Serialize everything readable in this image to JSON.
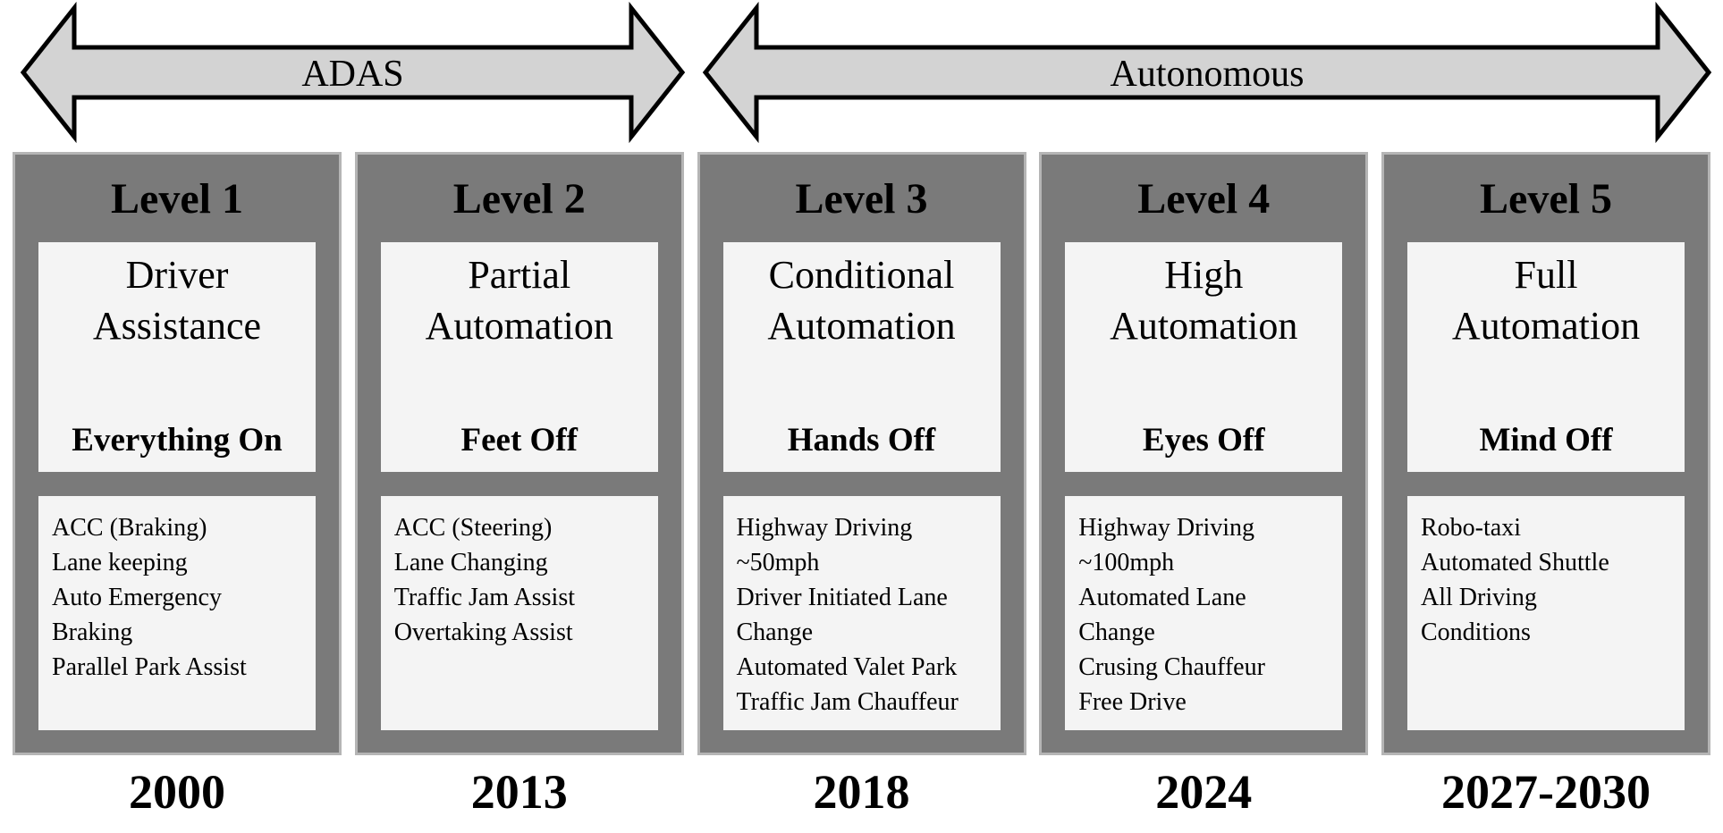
{
  "phases": [
    {
      "label": "ADAS"
    },
    {
      "label": "Autonomous"
    }
  ],
  "levels": [
    {
      "name": "Level 1",
      "title": "Driver Assistance",
      "mode": "Everything On",
      "features": [
        "ACC (Braking)",
        "Lane keeping",
        "Auto Emergency Braking",
        "Parallel Park Assist"
      ],
      "year": "2000"
    },
    {
      "name": "Level 2",
      "title": "Partial Automation",
      "mode": "Feet Off",
      "features": [
        "ACC (Steering)",
        "Lane Changing",
        "Traffic Jam Assist",
        "Overtaking Assist"
      ],
      "year": "2013"
    },
    {
      "name": "Level 3",
      "title": "Conditional Automation",
      "mode": "Hands Off",
      "features": [
        "Highway Driving ~50mph",
        "Driver Initiated Lane Change",
        "Automated Valet Park",
        "Traffic Jam Chauffeur"
      ],
      "year": "2018"
    },
    {
      "name": "Level 4",
      "title": "High Automation",
      "mode": "Eyes Off",
      "features": [
        "Highway Driving ~100mph",
        "Automated Lane Change",
        "Crusing Chauffeur",
        "Free Drive"
      ],
      "year": "2024"
    },
    {
      "name": "Level 5",
      "title": "Full Automation",
      "mode": "Mind Off",
      "features": [
        "Robo-taxi",
        "Automated Shuttle",
        "All Driving Conditions"
      ],
      "year": "2027-2030"
    }
  ],
  "colors": {
    "column-gray": "#7a7a7a",
    "column-border": "#b5b5b5",
    "box-bg": "#f4f4f4",
    "arrow-fill": "#d3d3d3",
    "arrow-stroke": "#000000",
    "text": "#000000",
    "page-bg": "#ffffff"
  }
}
